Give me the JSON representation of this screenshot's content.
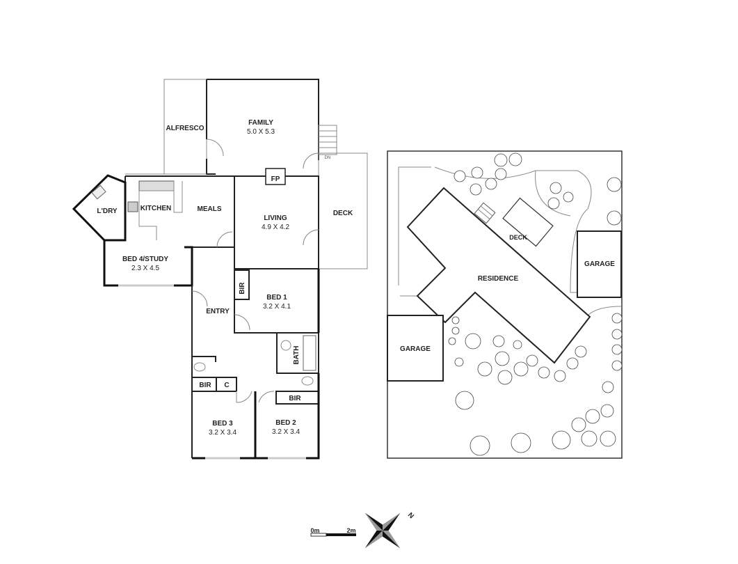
{
  "floor_plan": {
    "rooms": {
      "alfresco": {
        "name": "ALFRESCO"
      },
      "family": {
        "name": "FAMILY",
        "size": "5.0 X 5.3"
      },
      "fireplace": {
        "name": "FP"
      },
      "stairs_dn": {
        "name": "DN"
      },
      "deck": {
        "name": "DECK"
      },
      "laundry": {
        "name": "L'DRY"
      },
      "kitchen": {
        "name": "KITCHEN"
      },
      "meals": {
        "name": "MEALS"
      },
      "living": {
        "name": "LIVING",
        "size": "4.9 X 4.2"
      },
      "bed4": {
        "name": "BED 4/STUDY",
        "size": "2.3 X 4.5"
      },
      "entry": {
        "name": "ENTRY"
      },
      "bir1": {
        "name": "BIR"
      },
      "bed1": {
        "name": "BED 1",
        "size": "3.2 X 4.1"
      },
      "bath": {
        "name": "BATH"
      },
      "bir3": {
        "name": "BIR"
      },
      "cupboard": {
        "name": "C"
      },
      "bir2": {
        "name": "BIR"
      },
      "bed3": {
        "name": "BED 3",
        "size": "3.2 X 3.4"
      },
      "bed2": {
        "name": "BED 2",
        "size": "3.2 X 3.4"
      }
    }
  },
  "site_plan": {
    "residence": "RESIDENCE",
    "deck": "DECK",
    "garage_right": "GARAGE",
    "garage_left": "GARAGE"
  },
  "scale_bar": {
    "start": "0m",
    "end": "2m"
  },
  "compass": {
    "north": "N"
  }
}
